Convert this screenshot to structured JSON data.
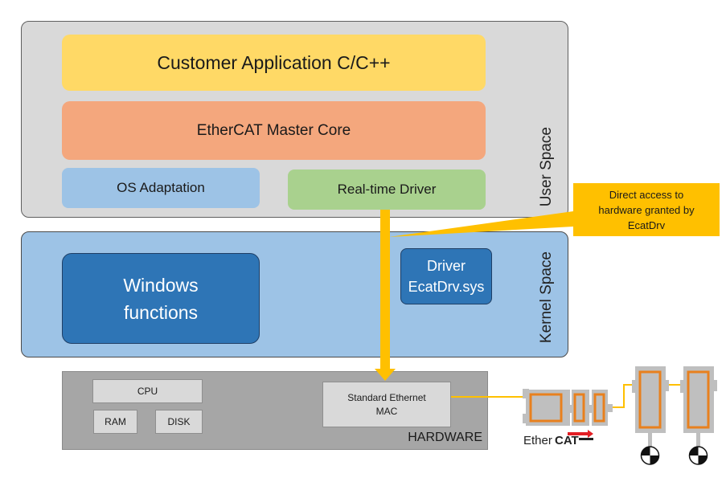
{
  "user_space": {
    "label": "User Space",
    "customer_application": "Customer Application C/C++",
    "master_core": "EtherCAT Master Core",
    "os_adaptation": "OS Adaptation",
    "realtime_driver": "Real-time Driver"
  },
  "kernel_space": {
    "label": "Kernel Space",
    "windows_functions_line1": "Windows",
    "windows_functions_line2": "functions",
    "driver_line1": "Driver",
    "driver_line2": "EcatDrv.sys"
  },
  "hardware": {
    "label": "HARDWARE",
    "cpu": "CPU",
    "ram": "RAM",
    "disk": "DISK",
    "mac_line1": "Standard Ethernet",
    "mac_line2": "MAC"
  },
  "callout": {
    "line1": "Direct access to",
    "line2": "hardware granted by",
    "line3": "EcatDrv"
  },
  "ethercat_logo": {
    "prefix": "Ether",
    "suffix": "CAT"
  },
  "colors": {
    "customer_app": "#ffd966",
    "master_core": "#f4a77d",
    "os_adaptation": "#9dc3e6",
    "realtime_driver": "#a9d18e",
    "kernel_blue": "#2e75b6",
    "access_path": "#ffc000",
    "slave_frame": "#e8801e"
  }
}
